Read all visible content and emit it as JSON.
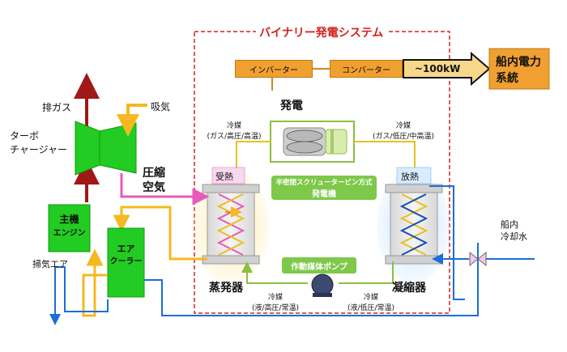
{
  "system_title": "バイナリー発電システム",
  "inverter": "インバーター",
  "converter": "コンバーター",
  "output": "~100kW",
  "ship_power_line1": "船内電力",
  "ship_power_line2": "系統",
  "generation": "発電",
  "refrigerant_left_top": [
    "冷媒",
    "(ガス/高圧/高温)"
  ],
  "refrigerant_right_top": [
    "冷媒",
    "(ガス/低圧/中高温)"
  ],
  "generator_label": [
    "半密閉スクリュータービン方式",
    "発電機"
  ],
  "heat_receive": "受熱",
  "heat_release": "放熱",
  "evaporator": "蒸発器",
  "condenser": "凝縮器",
  "pump": "作動媒体ポンプ",
  "refrigerant_left_bottom": [
    "冷媒",
    "(液/高圧/常温)"
  ],
  "refrigerant_right_bottom": [
    "冷媒",
    "(液/低圧/常温)"
  ],
  "exhaust_gas": "排ガス",
  "intake": "吸気",
  "turbocharger": [
    "ターボ",
    "チャージャー"
  ],
  "compressed_air": [
    "圧縮",
    "空気"
  ],
  "main_engine": [
    "主機",
    "エンジン"
  ],
  "air_cooler": [
    "エア",
    "クーラー"
  ],
  "scavenging_air": "掃気エア",
  "ship_cooling_water": [
    "船内",
    "冷却水"
  ],
  "colors": {
    "dashed_border": "#d42020",
    "title_red": "#d42020",
    "orange_box": "#f0a030",
    "green": "#22cc22",
    "light_green_label": "#7ec84a",
    "exhaust_red": "#a01818",
    "air_yellow": "#f5b820",
    "compressed_pink": "#e85ab8",
    "cooling_blue": "#1a6fd6",
    "refrigerant_gold": "#e8c020"
  }
}
